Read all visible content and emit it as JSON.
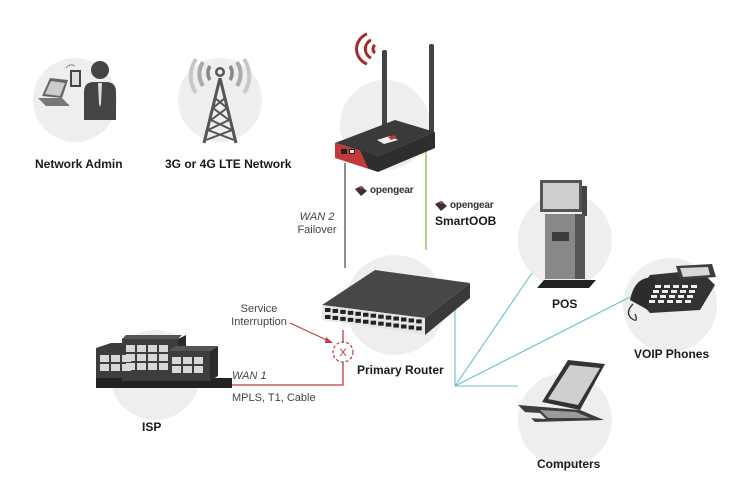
{
  "diagram": {
    "nodes": [
      {
        "id": "network-admin",
        "label": "Network Admin"
      },
      {
        "id": "lte-network",
        "label": "3G or 4G LTE Network"
      },
      {
        "id": "smartoob",
        "label": "SmartOOB",
        "brand": "opengear"
      },
      {
        "id": "primary-router",
        "label": "Primary Router"
      },
      {
        "id": "isp",
        "label": "ISP"
      },
      {
        "id": "pos",
        "label": "POS"
      },
      {
        "id": "voip-phones",
        "label": "VOIP Phones"
      },
      {
        "id": "computers",
        "label": "Computers"
      }
    ],
    "device_brand": "opengear",
    "links": [
      {
        "from": "smartoob",
        "to": "primary-router",
        "title": "WAN 2",
        "subtitle": "Failover",
        "color": "#444444"
      },
      {
        "from": "smartoob",
        "to": "primary-router",
        "title": "",
        "subtitle": "",
        "color": "#7ab648"
      },
      {
        "from": "isp",
        "to": "primary-router",
        "title": "WAN 1",
        "subtitle": "MPLS, T1, Cable",
        "color": "#c0393b"
      },
      {
        "from": "primary-router",
        "to": "pos",
        "color": "#6bbfd0"
      },
      {
        "from": "primary-router",
        "to": "voip-phones",
        "color": "#6bbfd0"
      },
      {
        "from": "primary-router",
        "to": "computers",
        "color": "#6bbfd0"
      }
    ],
    "annotation": {
      "line1": "Service",
      "line2": "Interruption",
      "marker": "X"
    }
  },
  "colors": {
    "accent_red": "#c0393b",
    "wan_line": "#444444",
    "oob_line": "#7ab648",
    "lan_line": "#6bbfd0",
    "circle_bg": "#eeeeee",
    "device_dark": "#3d3d3d"
  }
}
